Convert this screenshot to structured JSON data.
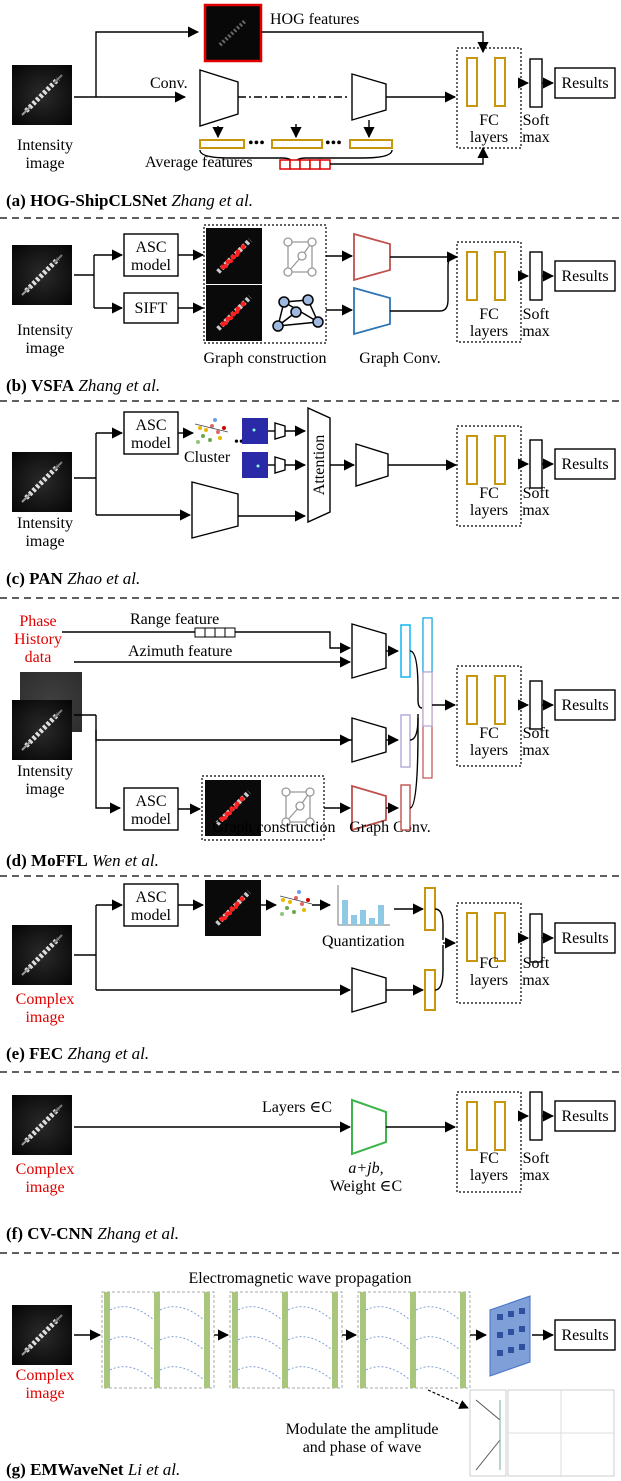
{
  "labels": {
    "intensity_image_line1": "Intensity",
    "intensity_image_line2": "image",
    "complex_image_line1": "Complex",
    "complex_image_line2": "image",
    "phase_history_line1": "Phase",
    "phase_history_line2": "History",
    "phase_history_line3": "data",
    "fc_layers_line1": "FC",
    "fc_layers_line2": "layers",
    "soft_max_line1": "Soft",
    "soft_max_line2": "max",
    "results": "Results",
    "asc_model_line1": "ASC",
    "asc_model_line2": "model",
    "sift": "SIFT",
    "hog_features": "HOG features",
    "conv": "Conv.",
    "average_features": "Average features",
    "graph_construction": "Graph construction",
    "graph_conv": "Graph Conv.",
    "cluster": "Cluster",
    "attention": "Attention",
    "range_feature": "Range feature",
    "azimuth_feature": "Azimuth feature",
    "quantization": "Quantization",
    "layers_in_c": "Layers ∈C",
    "a_jb": "a+jb,",
    "weight_in_c": "Weight ∈C",
    "em_wave": "Electromagnetic wave propagation",
    "modulate_line1": "Modulate the amplitude",
    "modulate_line2": "and phase of wave"
  },
  "sections": [
    {
      "id": "a",
      "tag": "(a)",
      "name": "HOG-ShipCLSNet",
      "authors": "Zhang et al."
    },
    {
      "id": "b",
      "tag": "(b)",
      "name": "VSFA",
      "authors": "Zhang et al."
    },
    {
      "id": "c",
      "tag": "(c)",
      "name": "PAN",
      "authors": "Zhao et al."
    },
    {
      "id": "d",
      "tag": "(d)",
      "name": "MoFFL",
      "authors": "Wen et al."
    },
    {
      "id": "e",
      "tag": "(e)",
      "name": "FEC",
      "authors": "Zhang et al."
    },
    {
      "id": "f",
      "tag": "(f)",
      "name": "CV-CNN",
      "authors": "Zhang et al."
    },
    {
      "id": "g",
      "tag": "(g)",
      "name": "EMWaveNet",
      "authors": "Li et al."
    }
  ],
  "colors": {
    "red_text": "#e00000",
    "fc_border": "#c8960c",
    "graph_conv_red": "#c0504d",
    "graph_conv_blue": "#2e75b6",
    "complex_green": "#3cb44b",
    "feature_cyan": "#00b0f0",
    "feature_purple": "#b4a7d6",
    "feature_red": "#c0504d",
    "cluster_blue": "#2a2aa8",
    "wave_blue": "#4472c4",
    "wave_green": "#a9c77c"
  },
  "icons": {
    "sar_image": "ship-sar-image-icon",
    "graph": "graph-icon",
    "histogram": "histogram-icon"
  }
}
